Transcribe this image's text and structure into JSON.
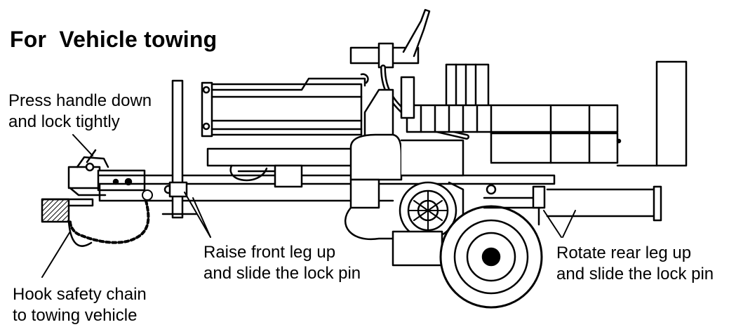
{
  "title": "For  Vehicle towing",
  "callouts": {
    "handle": {
      "line1": "Press handle down",
      "line2": "and lock tightly"
    },
    "front_leg": {
      "line1": "Raise front leg up",
      "line2": "and slide the lock pin"
    },
    "rear_leg": {
      "line1": "Rotate rear leg up",
      "line2": "and slide the lock pin"
    },
    "chain": {
      "line1": "Hook safety chain",
      "line2": "to towing vehicle"
    }
  },
  "colors": {
    "ink": "#000000",
    "background": "#ffffff",
    "hatch": "#000000"
  }
}
